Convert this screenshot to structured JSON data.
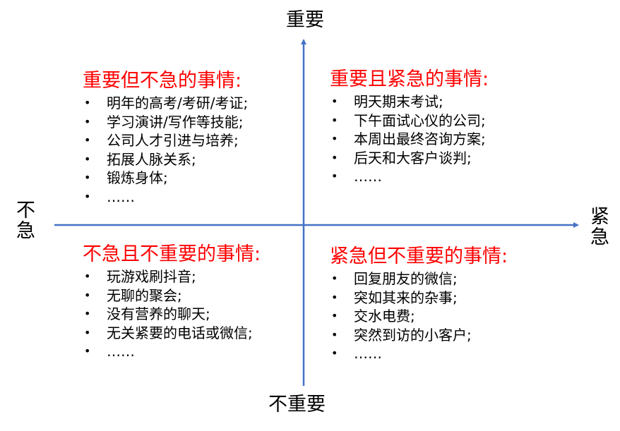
{
  "axes": {
    "top": "重要",
    "bottom": "不重要",
    "left": "不急",
    "right": "紧急",
    "color": "#4472c4"
  },
  "quadrants": {
    "top_left": {
      "title": "重要但不急的事情:",
      "items": [
        "明年的高考/考研/考证;",
        "学习演讲/写作等技能;",
        "公司人才引进与培养;",
        "拓展人脉关系;",
        "锻炼身体;",
        "……"
      ]
    },
    "top_right": {
      "title": "重要且紧急的事情:",
      "items": [
        "明天期末考试;",
        "下午面试心仪的公司;",
        "本周出最终咨询方案;",
        "后天和大客户谈判;",
        "……"
      ]
    },
    "bottom_left": {
      "title": "不急且不重要的事情:",
      "items": [
        "玩游戏刷抖音;",
        "无聊的聚会;",
        "没有营养的聊天;",
        "无关紧要的电话或微信;",
        "……"
      ]
    },
    "bottom_right": {
      "title": "紧急但不重要的事情:",
      "items": [
        "回复朋友的微信;",
        "突如其来的杂事;",
        "交水电费;",
        "突然到访的小客户;",
        "……"
      ]
    }
  },
  "bullet": "•",
  "title_color": "#ff0000"
}
